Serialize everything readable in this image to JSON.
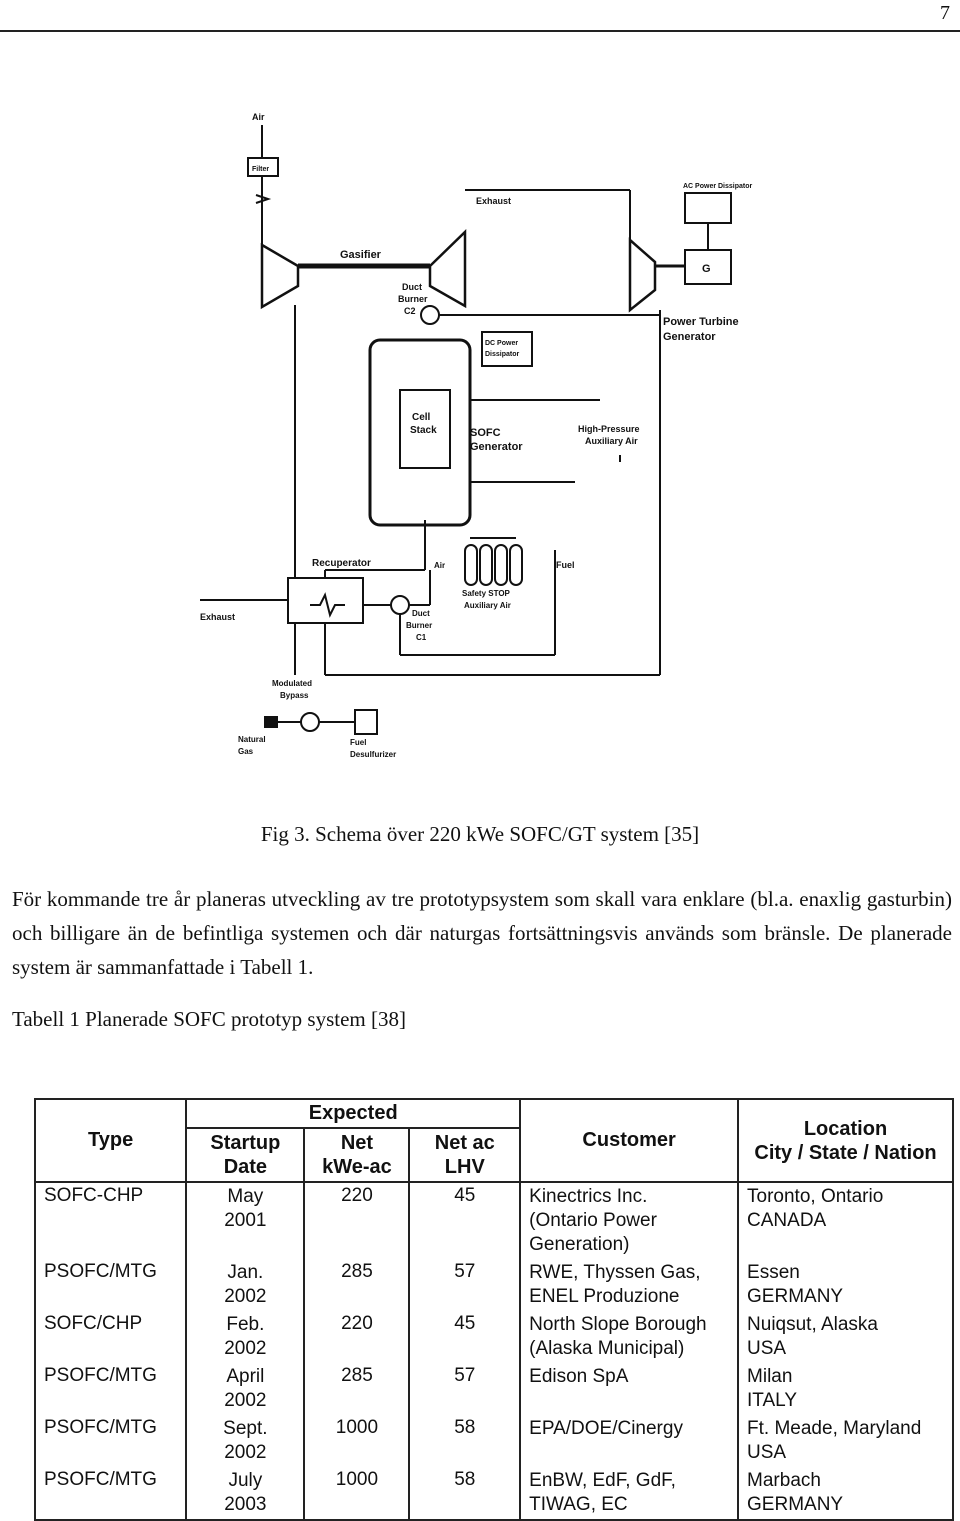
{
  "page": {
    "number": "7"
  },
  "figure": {
    "caption": "Fig 3. Schema över 220 kWe SOFC/GT system [35]",
    "labels": {
      "air_top": "Air",
      "filter": "Filter",
      "exhaust_top": "Exhaust",
      "ac_power": "AC Power Dissipator",
      "gasifier": "Gasifier",
      "duct_burner_c2": [
        "Duct",
        "Burner",
        "C2"
      ],
      "dc_power": [
        "DC Power",
        "Dissipator"
      ],
      "g": "G",
      "power_turbine": [
        "Power Turbine",
        "Generator"
      ],
      "cell_stack": [
        "Cell",
        "Stack"
      ],
      "sofc_generator": [
        "SOFC",
        "Generator"
      ],
      "high_pressure": [
        "High-Pressure",
        "Auxiliary Air"
      ],
      "recuperator": "Recuperator",
      "air_mid": "Air",
      "fuel": "Fuel",
      "exhaust_left": "Exhaust",
      "safety_stop": [
        "Safety STOP",
        "Auxiliary Air"
      ],
      "duct_burner_c1": [
        "Duct",
        "Burner",
        "C1"
      ],
      "modulated_bypass": [
        "Modulated",
        "Bypass"
      ],
      "natural_gas": [
        "Natural",
        "Gas"
      ],
      "fuel_desulfurizer": [
        "Fuel",
        "Desulfurizer"
      ]
    }
  },
  "paragraph": "För kommande tre år planeras utveckling av tre prototypsystem som skall vara enklare (bl.a. enaxlig gasturbin) och billigare än de befintliga systemen och där naturgas fortsättningsvis används som bränsle. De planerade system är sammanfattade i Tabell 1.",
  "table": {
    "caption": "Tabell 1 Planerade SOFC prototyp system [38]",
    "headers": {
      "type": "Type",
      "expected": "Expected",
      "startup": [
        "Startup",
        "Date"
      ],
      "net": [
        "Net",
        "kWe-ac"
      ],
      "netac": [
        "Net ac",
        "LHV"
      ],
      "customer": "Customer",
      "location": [
        "Location",
        "City / State / Nation"
      ]
    },
    "rows": [
      {
        "type": "SOFC-CHP",
        "date": [
          "May",
          "2001"
        ],
        "net": "220",
        "lhv": "45",
        "customer": [
          "Kinectrics Inc.",
          "(Ontario Power",
          "Generation)"
        ],
        "location": [
          "Toronto, Ontario",
          "CANADA"
        ]
      },
      {
        "type": "PSOFC/MTG",
        "date": [
          "Jan.",
          "2002"
        ],
        "net": "285",
        "lhv": "57",
        "customer": [
          "RWE, Thyssen Gas,",
          "ENEL Produzione"
        ],
        "location": [
          "Essen",
          "GERMANY"
        ]
      },
      {
        "type": "SOFC/CHP",
        "date": [
          "Feb.",
          "2002"
        ],
        "net": "220",
        "lhv": "45",
        "customer": [
          "North Slope Borough",
          "(Alaska Municipal)"
        ],
        "location": [
          "Nuiqsut, Alaska",
          "USA"
        ]
      },
      {
        "type": "PSOFC/MTG",
        "date": [
          "April",
          "2002"
        ],
        "net": "285",
        "lhv": "57",
        "customer": [
          "Edison SpA"
        ],
        "location": [
          "Milan",
          "ITALY"
        ]
      },
      {
        "type": "PSOFC/MTG",
        "date": [
          "Sept.",
          "2002"
        ],
        "net": "1000",
        "lhv": "58",
        "customer": [
          "EPA/DOE/Cinergy"
        ],
        "location": [
          "Ft. Meade, Maryland",
          "USA"
        ]
      },
      {
        "type": "PSOFC/MTG",
        "date": [
          "July",
          "2003"
        ],
        "net": "1000",
        "lhv": "58",
        "customer": [
          "EnBW, EdF, GdF,",
          "TIWAG, EC"
        ],
        "location": [
          "Marbach",
          "GERMANY"
        ]
      }
    ]
  }
}
